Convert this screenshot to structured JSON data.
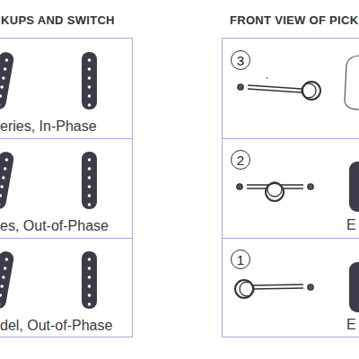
{
  "diagram": {
    "nodes": [
      {
        "text": [
          "KUPS AND SWITCH"
        ]
      },
      {
        "text": [
          "eries, In-Phase"
        ],
        "in": 0
      },
      {
        "text": [
          "es, Out-of-Phase"
        ],
        "in": 0
      },
      {
        "text": [
          "del, Out-of-Phase"
        ],
        "in": 0
      },
      {
        "text": [
          "FRONT VIEW OF PICK"
        ]
      },
      {
        "text": [
          "3"
        ],
        "in": 4
      },
      {
        "text": [
          "2"
        ],
        "in": 4
      },
      {
        "text": [
          "1"
        ],
        "in": 4
      }
    ],
    "labels": [
      "E",
      "E"
    ]
  }
}
